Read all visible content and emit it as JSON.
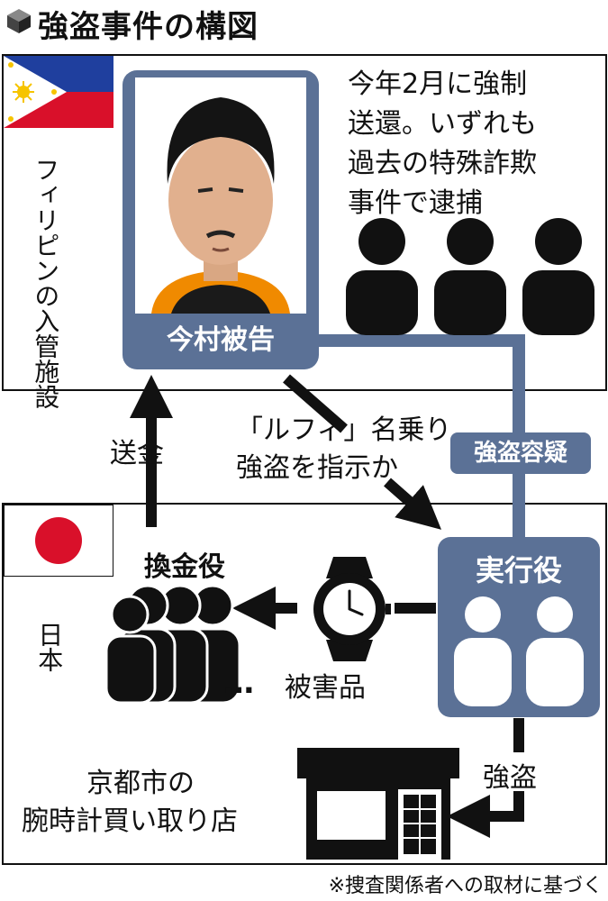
{
  "header": {
    "icon": "cube-icon",
    "title": "強盗事件の構図"
  },
  "philippines": {
    "flag_icon": "philippines-flag-icon",
    "place_label": "フィリピンの入管施設",
    "suspect_label": "今村被告",
    "deportees_note": [
      "今年2月に強制",
      "送還。いずれも",
      "過去の特殊詐欺",
      "事件で逮捕"
    ],
    "deportees_icon": "person-silhouette-icon"
  },
  "japan": {
    "flag_icon": "japan-flag-icon",
    "country_label": "日本",
    "executors_label": "実行役",
    "exchangers_label": "換金役",
    "stolen_goods_label": "被害品",
    "stolen_goods_icon": "wristwatch-icon",
    "shop_icon": "shop-icon",
    "shop_label": [
      "京都市の",
      "腕時計買い取り店"
    ]
  },
  "flows": {
    "remittance": "送金",
    "instruction": [
      "「ルフィ」名乗り",
      "強盗を指示か"
    ],
    "suspicion": "強盗容疑",
    "robbery": "強盗",
    "ellipsis": "…"
  },
  "footnote": "※捜査関係者への取材に基づく",
  "colors": {
    "accent_blue": "#5b7196",
    "ink": "#111111",
    "flag_red": "#d9102a",
    "flag_blue": "#1f3f9e",
    "flag_yellow": "#f6c400"
  }
}
